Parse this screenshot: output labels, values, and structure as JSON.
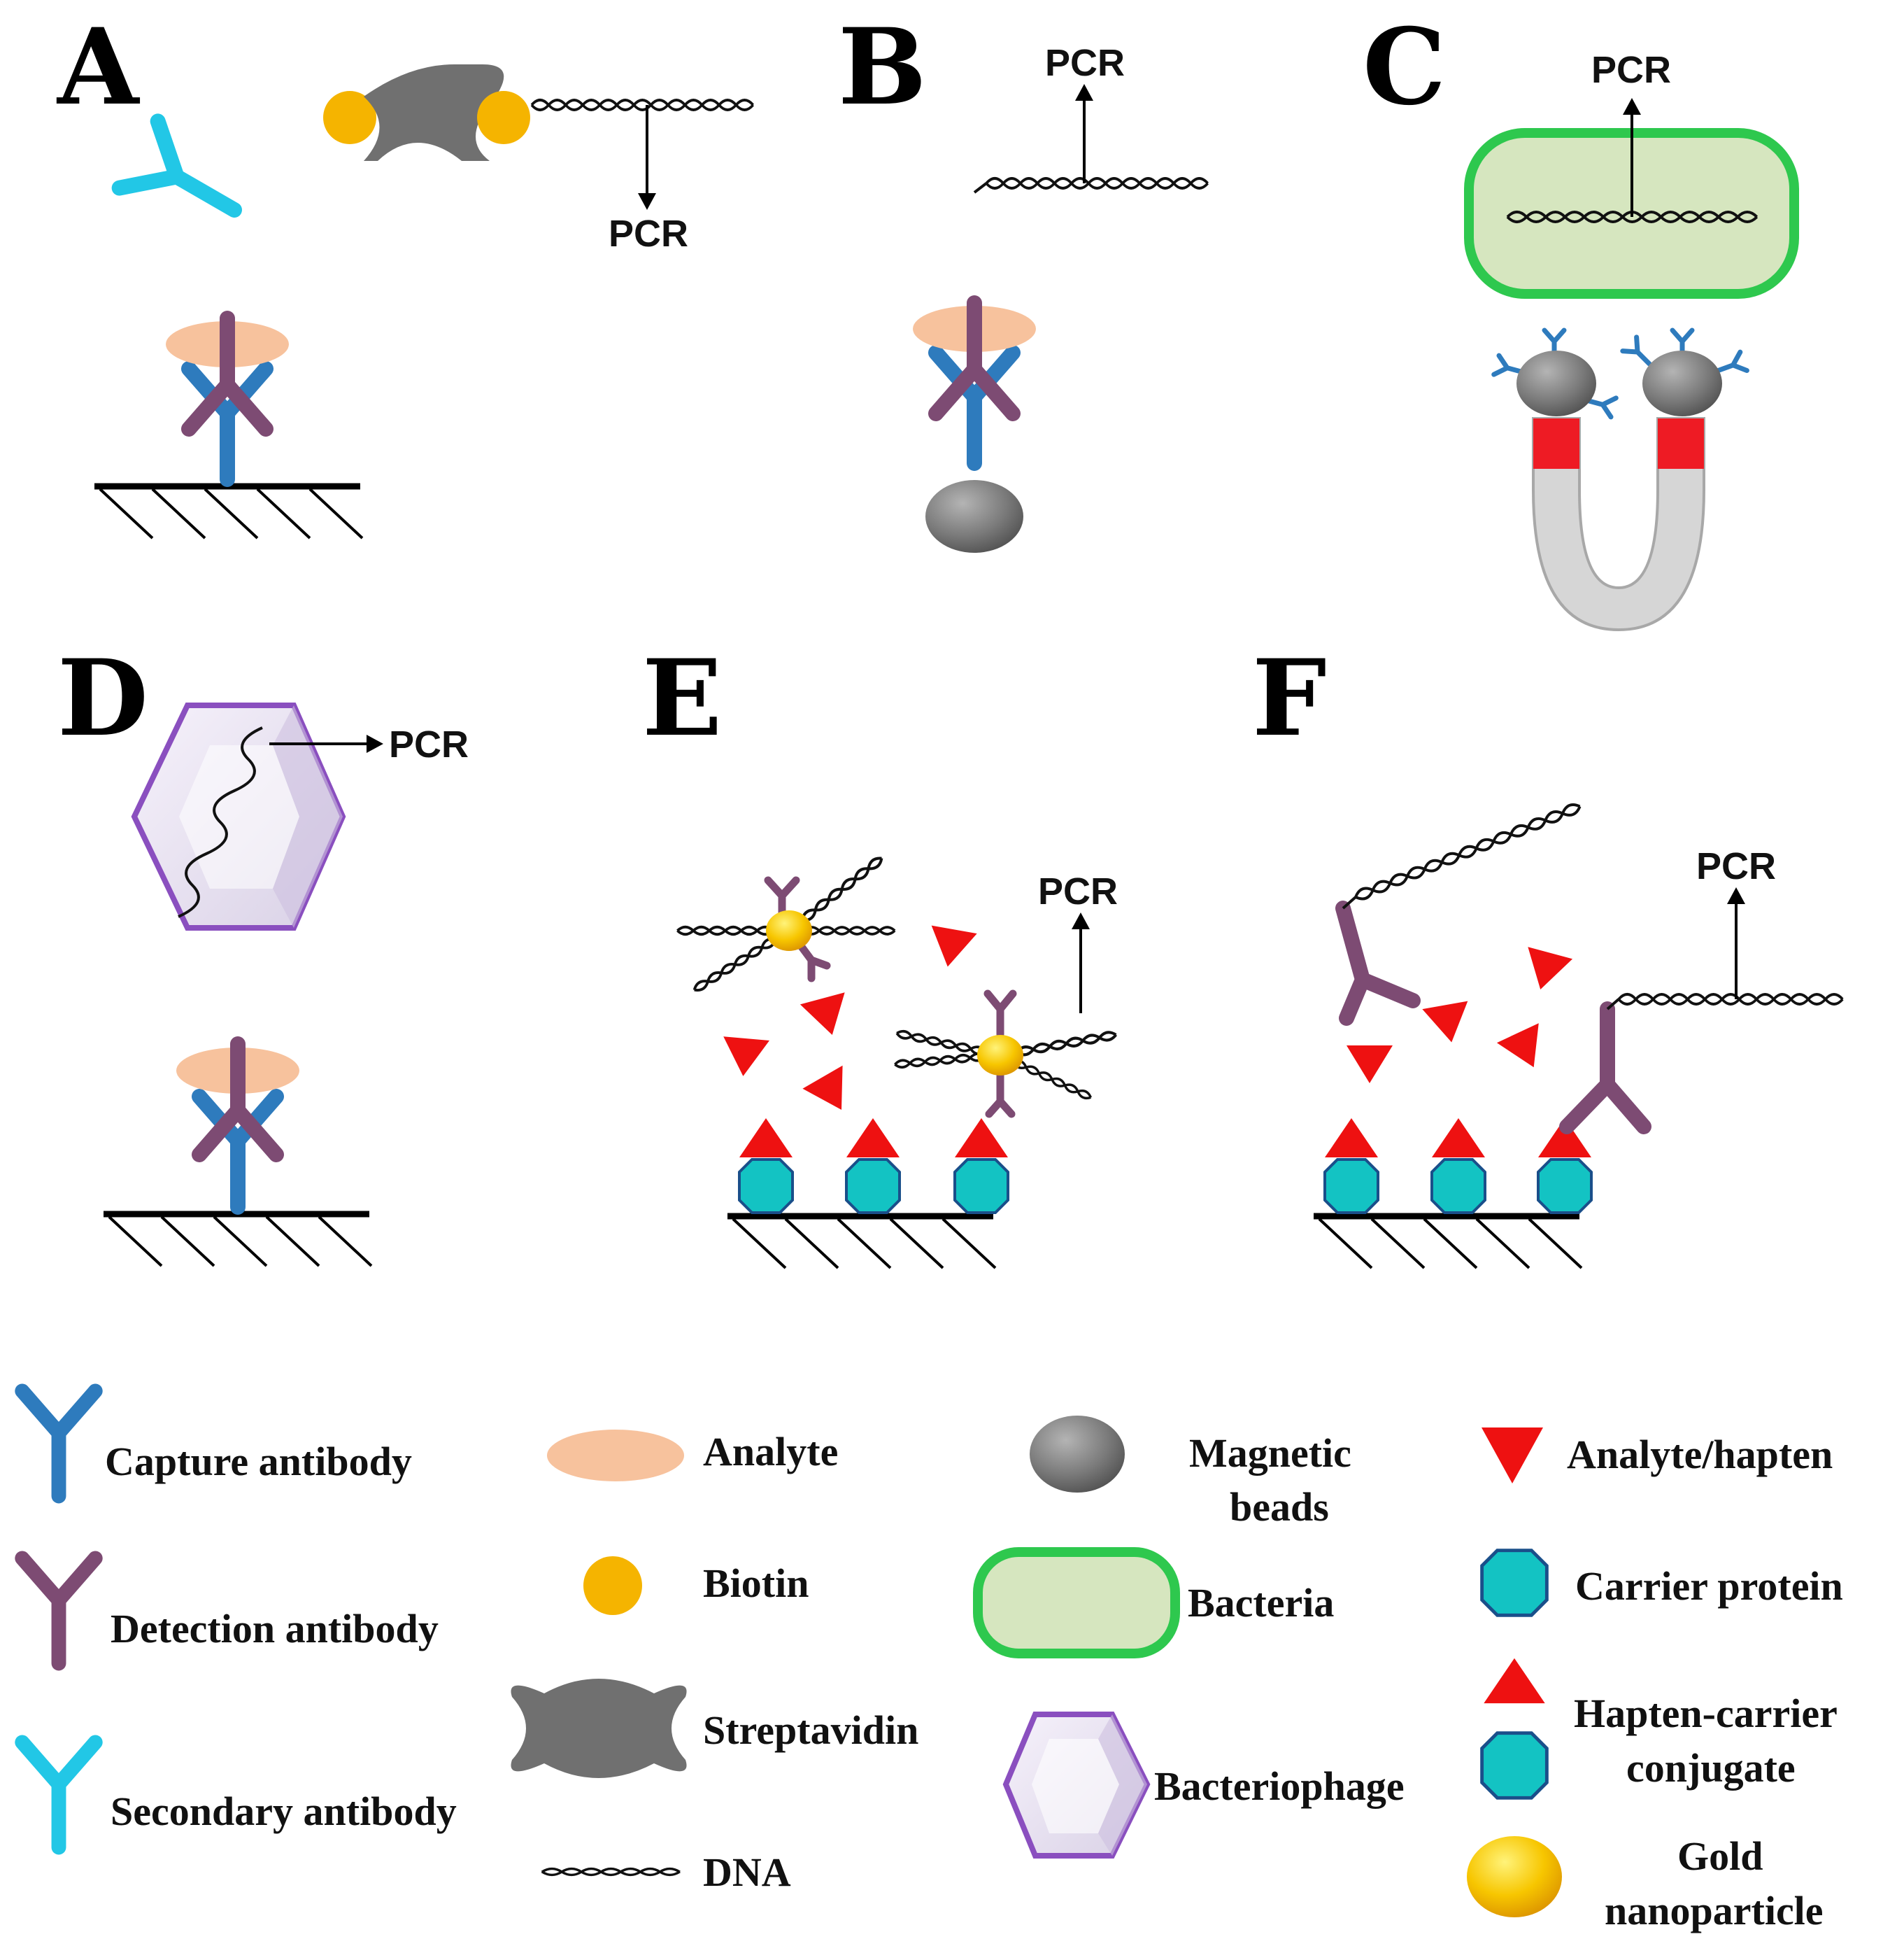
{
  "panels": {
    "a": "A",
    "b": "B",
    "c": "C",
    "d": "D",
    "e": "E",
    "f": "F"
  },
  "pcr_label": "PCR",
  "legend": {
    "capture_antibody": "Capture antibody",
    "detection_antibody": "Detection antibody",
    "secondary_antibody": "Secondary antibody",
    "analyte": "Analyte",
    "biotin": "Biotin",
    "streptavidin": "Streptavidin",
    "dna": "DNA",
    "magnetic_beads_line1": "Magnetic",
    "magnetic_beads_line2": "beads",
    "bacteria": "Bacteria",
    "bacteriophage": "Bacteriophage",
    "analyte_hapten": "Analyte/hapten",
    "carrier_protein": "Carrier protein",
    "hapten_carrier_line1": "Hapten-carrier",
    "hapten_carrier_line2": "conjugate",
    "gold_np_line1": "Gold",
    "gold_np_line2": "nanoparticle"
  },
  "colors": {
    "capture_antibody": "#2e7bbd",
    "detection_antibody": "#7d4b73",
    "secondary_antibody": "#22c7e6",
    "analyte": "#f7c29d",
    "biotin": "#f5b400",
    "streptavidin": "#707070",
    "magnetic_bead": "#7a7a7a",
    "bacteria_fill": "#d6e6bf",
    "bacteria_border": "#2ec84e",
    "phage_border": "#8a4fbf",
    "hapten": "#ee1111",
    "carrier_protein": "#13c3c3",
    "magnet_red": "#ee1b24",
    "magnet_gray": "#d6d6d6"
  }
}
